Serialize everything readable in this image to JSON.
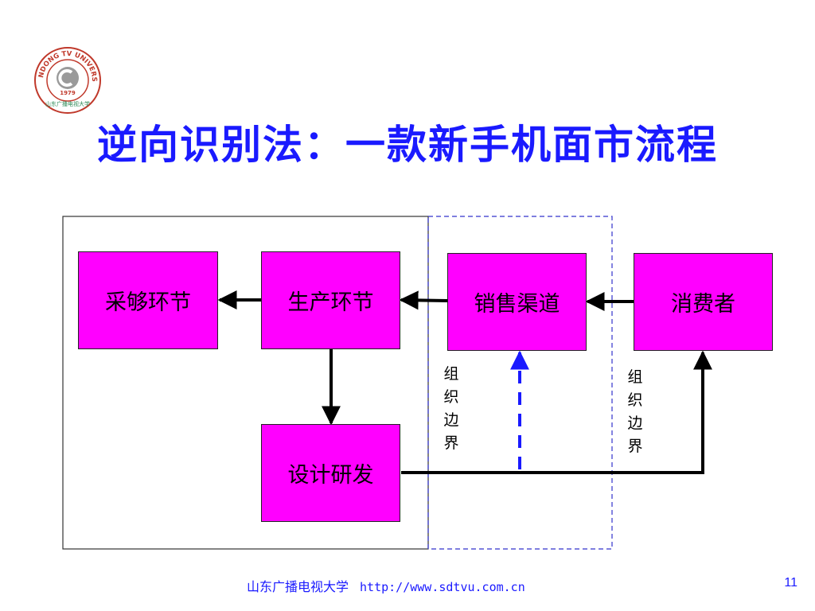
{
  "logo": {
    "ring_text": "SHANDONG TV UNIVERSITY",
    "year": "1979",
    "cn_text": "山东广播电视大学",
    "color": "#c0392b",
    "icon": "university-seal-icon"
  },
  "title": "逆向识别法：一款新手机面市流程",
  "colors": {
    "title": "#1a1aff",
    "box_fill": "#ff00ff",
    "dashed_arrow": "#1a1aff",
    "boundary_dashed": "#3333cc"
  },
  "boxes": {
    "procurement": "采够环节",
    "production": "生产环节",
    "sales": "销售渠道",
    "consumer": "消费者",
    "rnd": "设计研发"
  },
  "labels": {
    "boundary_left": [
      "组",
      "织",
      "边",
      "界"
    ],
    "boundary_right": [
      "组",
      "织",
      "边",
      "界"
    ]
  },
  "footer": {
    "org": "山东广播电视大学",
    "url": "http://www.sdtvu.com.cn"
  },
  "page_number": "11"
}
